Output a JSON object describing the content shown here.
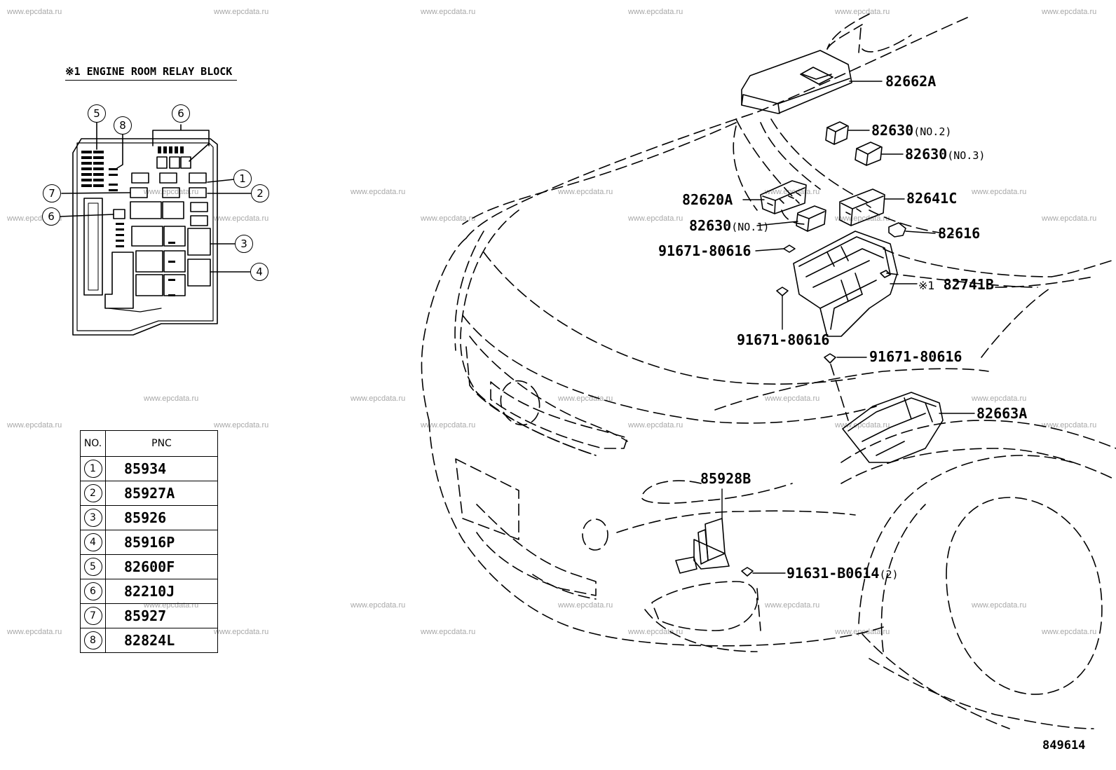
{
  "watermark": "www.epcdata.ru",
  "relay_block": {
    "title": "※1 ENGINE ROOM RELAY BLOCK",
    "callouts": [
      "1",
      "2",
      "3",
      "4",
      "5",
      "6",
      "6",
      "7",
      "8"
    ]
  },
  "pnc_table": {
    "header_no": "NO.",
    "header_pnc": "PNC",
    "rows": [
      {
        "no": "1",
        "pnc": "85934"
      },
      {
        "no": "2",
        "pnc": "85927A"
      },
      {
        "no": "3",
        "pnc": "85926"
      },
      {
        "no": "4",
        "pnc": "85916P"
      },
      {
        "no": "5",
        "pnc": "82600F"
      },
      {
        "no": "6",
        "pnc": "82210J"
      },
      {
        "no": "7",
        "pnc": "85927"
      },
      {
        "no": "8",
        "pnc": "82824L"
      }
    ]
  },
  "part_labels": {
    "p82662A": "82662A",
    "p82630_no2": "82630",
    "p82630_no2_suffix": "(NO.2)",
    "p82630_no3": "82630",
    "p82630_no3_suffix": "(NO.3)",
    "p82620A": "82620A",
    "p82641C": "82641C",
    "p82630_no1": "82630",
    "p82630_no1_suffix": "(NO.1)",
    "p82616": "82616",
    "p91671_a": "91671-80616",
    "p82741B_mark": "※1",
    "p82741B": "82741B",
    "p91671_b": "91671-80616",
    "p91671_c": "91671-80616",
    "p82663A": "82663A",
    "p85928B": "85928B",
    "p91631": "91631-B0614",
    "p91631_suffix": "(2)"
  },
  "diagram_number": "849614"
}
